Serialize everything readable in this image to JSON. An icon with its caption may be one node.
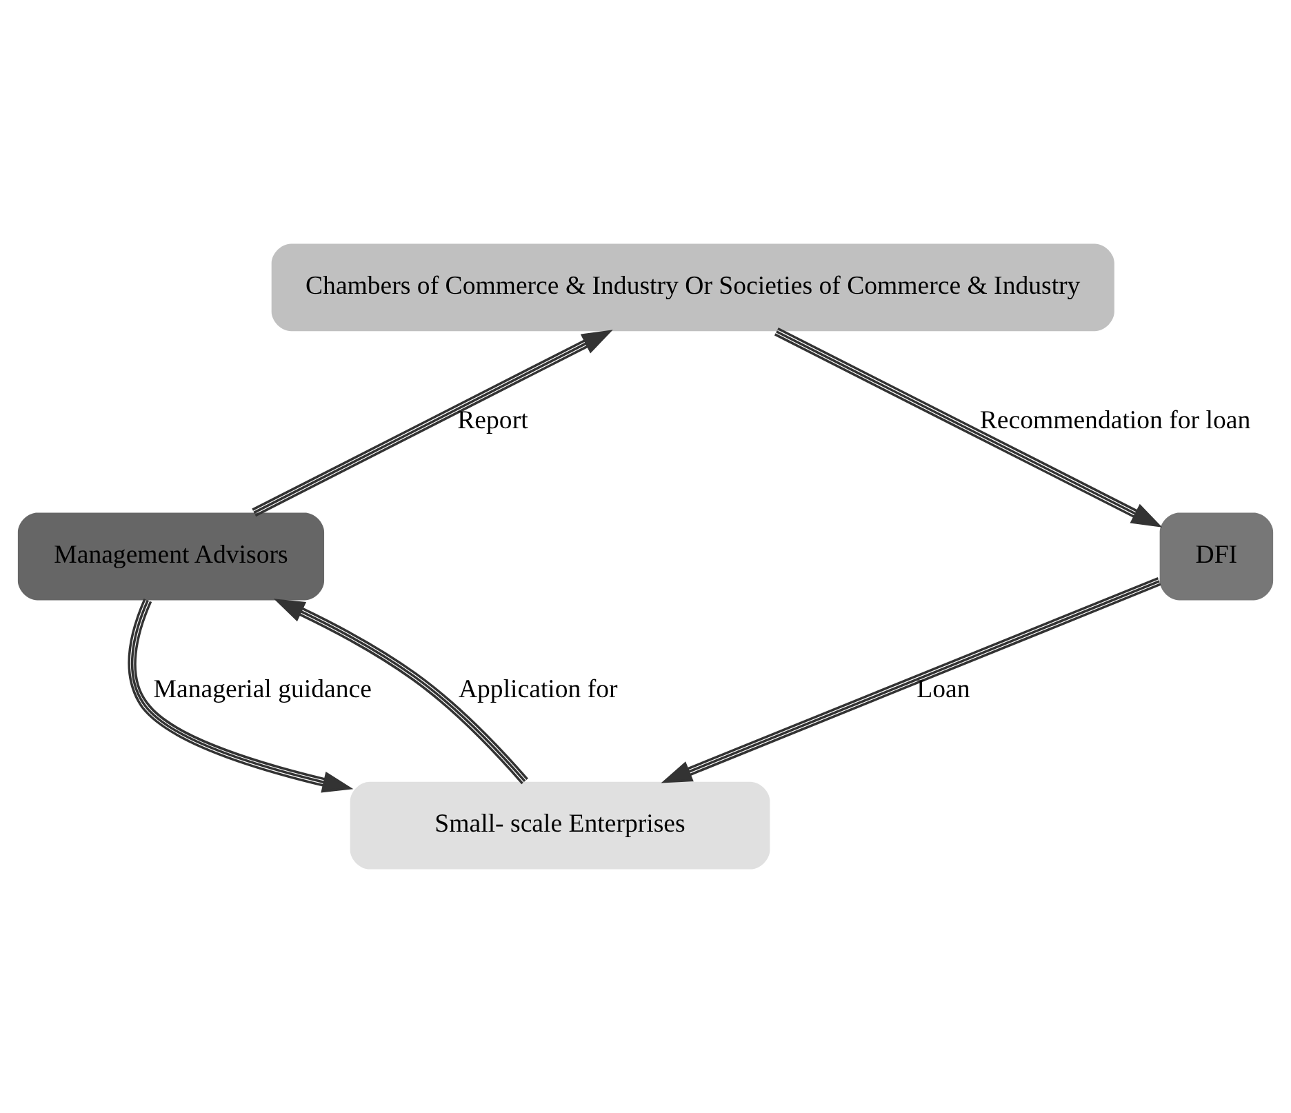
{
  "diagram": {
    "nodes": [
      {
        "text": [
          "Chambers of Commerce & Industry Or Societies of Commerce & Industry"
        ]
      },
      {
        "text": [
          "Management Advisors"
        ]
      },
      {
        "text": [
          "DFI"
        ]
      },
      {
        "text": [
          "Small- scale Enterprises"
        ]
      }
    ],
    "edges": [
      {
        "from": 1,
        "to": 0,
        "arrow": "to",
        "label": "Report"
      },
      {
        "from": 0,
        "to": 2,
        "arrow": "to",
        "label": "Recommendation for loan"
      },
      {
        "from": 1,
        "to": 3,
        "arrow": "to",
        "label": "Managerial guidance"
      },
      {
        "from": 3,
        "to": 1,
        "arrow": "to",
        "label": "Application for"
      },
      {
        "from": 2,
        "to": 3,
        "arrow": "to",
        "label": "Loan"
      }
    ]
  }
}
